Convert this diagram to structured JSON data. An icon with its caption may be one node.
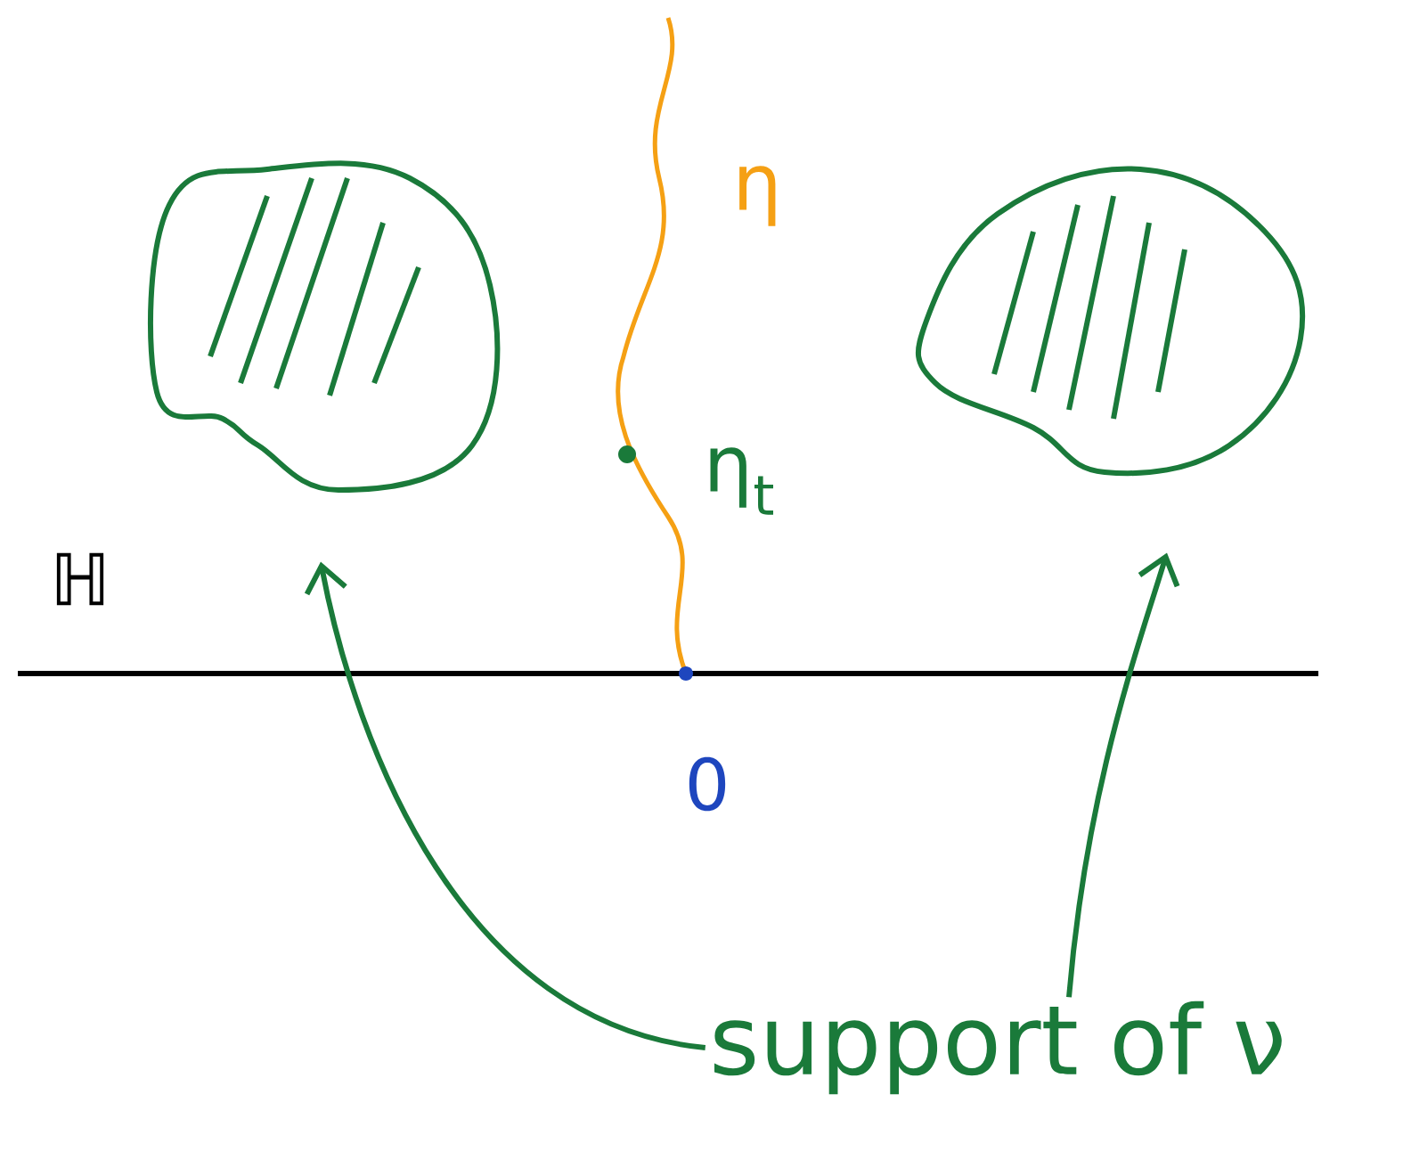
{
  "diagram": {
    "nodes": [
      {
        "text": [],
        "shape": "blob"
      },
      {
        "text": [],
        "shape": "blob"
      },
      {
        "text": [
          "support of ν"
        ]
      }
    ],
    "edges": [
      {
        "from": 2,
        "to": 0,
        "arrow": "to"
      },
      {
        "from": 2,
        "to": 1,
        "arrow": "to"
      }
    ],
    "labels": [
      "η",
      "η$_{t}$",
      "ℍ",
      "0"
    ]
  }
}
